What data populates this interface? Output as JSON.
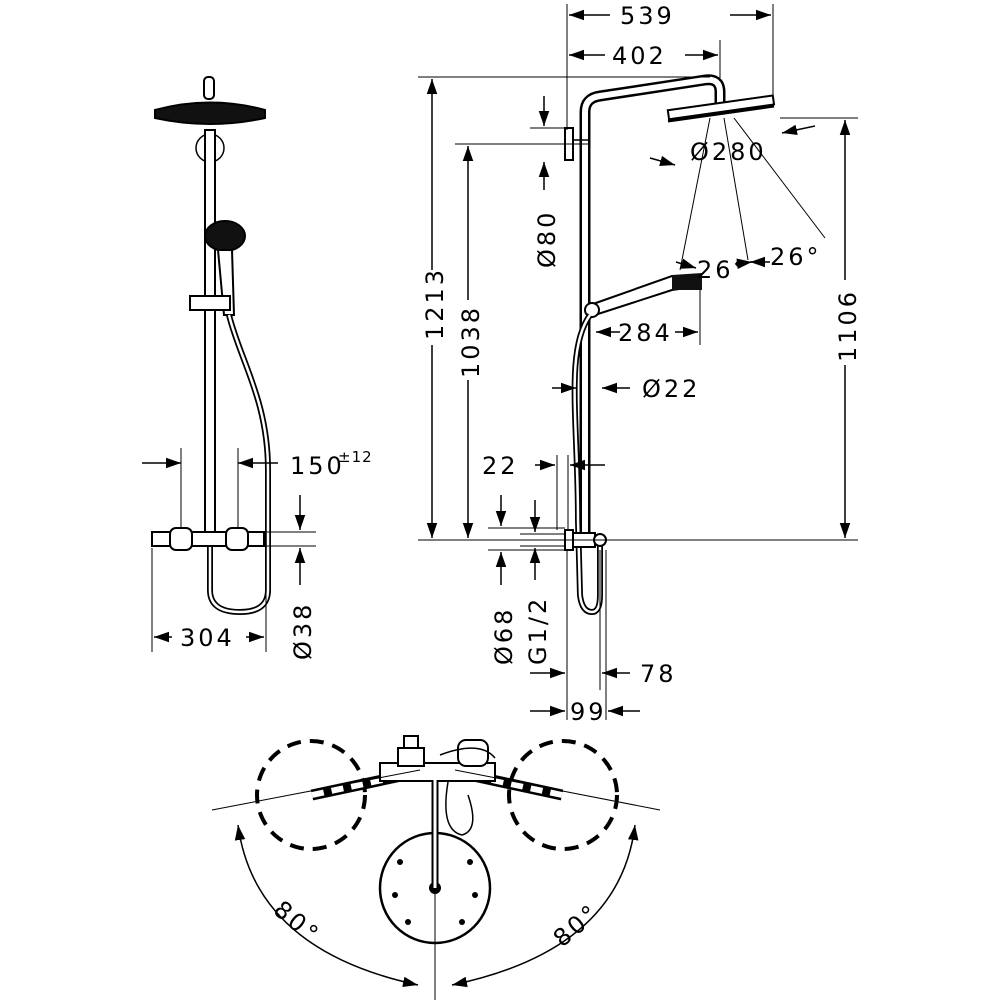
{
  "dimensions": {
    "total_width": "539",
    "arm_length": "402",
    "overhead_diameter": "Ø280",
    "angle_left": "26°",
    "angle_right": "26°",
    "handshower_length": "284",
    "hose_diameter": "Ø22",
    "total_height": "1213",
    "connection_height": "1038",
    "overhead_height": "1106",
    "wall_plate": "Ø80",
    "spacing_22": "22",
    "escutcheon": "Ø68",
    "thread": "G1/2",
    "projection_78": "78",
    "projection_99": "99",
    "centres": "150",
    "centres_tolerance": "±12",
    "mixer_width": "304",
    "mixer_height": "Ø38",
    "swivel_left": "80°",
    "swivel_right": "80°"
  }
}
